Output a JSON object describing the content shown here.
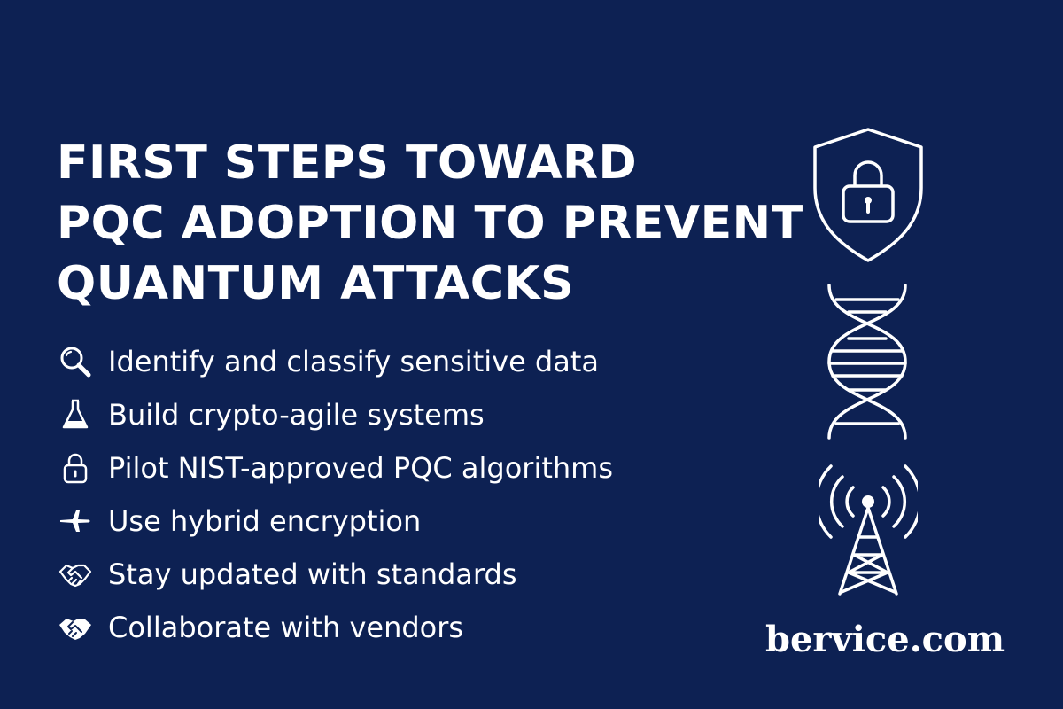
{
  "title": {
    "lines": [
      "FIRST STEPS TOWARD",
      "PQC ADOPTION TO PREVENT",
      "QUANTUM ATTACKS"
    ]
  },
  "steps": [
    {
      "icon": "magnifier-icon",
      "label": "Identify and classify sensitive data"
    },
    {
      "icon": "flask-icon",
      "label": "Build crypto-agile systems"
    },
    {
      "icon": "lock-icon",
      "label": "Pilot NIST-approved PQC algorithms"
    },
    {
      "icon": "plane-icon",
      "label": "Use hybrid encryption"
    },
    {
      "icon": "handshake-outline-icon",
      "label": "Stay updated with standards"
    },
    {
      "icon": "handshake-icon",
      "label": "Collaborate with vendors"
    }
  ],
  "illustrations": [
    "shield-lock-icon",
    "dna-icon",
    "radio-tower-icon"
  ],
  "brand": "bervice.com",
  "colors": {
    "background": "#0d2153",
    "foreground": "#ffffff"
  }
}
